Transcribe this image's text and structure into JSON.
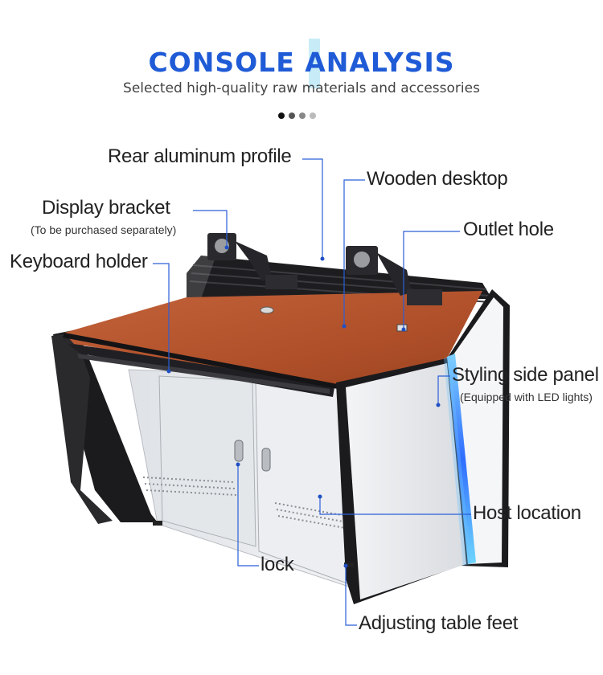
{
  "header": {
    "title": "CONSOLE ANALYSIS",
    "subtitle": "Selected high-quality raw materials and accessories",
    "pager": {
      "count": 4,
      "active": 1
    }
  },
  "callouts": {
    "rear_profile": "Rear aluminum profile",
    "wooden_desktop": "Wooden desktop",
    "display_bracket": "Display bracket",
    "display_bracket_note": "(To be purchased separately)",
    "outlet_hole": "Outlet hole",
    "keyboard_holder": "Keyboard holder",
    "side_panel": "Styling side panel",
    "side_panel_note": "(Equipped with LED lights)",
    "host_location": "Host location",
    "lock": "lock",
    "feet": "Adjusting table feet"
  },
  "colors": {
    "title_blue": "#1f5bd6",
    "leader_line": "#2a5fd8",
    "desktop_wood": "#b6542c",
    "cabinet_white": "#e9ebee",
    "frame_black": "#1b1b1d",
    "led_blue": "#2f8cff"
  }
}
